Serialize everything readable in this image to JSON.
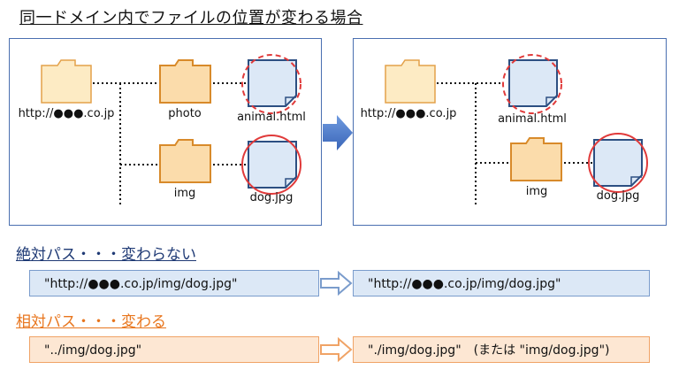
{
  "title": "同一ドメイン内でファイルの位置が変わる場合",
  "before": {
    "domain_label": "http://●●●.co.jp",
    "photo_label": "photo",
    "img_label": "img",
    "animal_label": "animal.html",
    "dog_label": "dog.jpg"
  },
  "after": {
    "domain_label": "http://●●●.co.jp",
    "animal_label": "animal.html",
    "img_label": "img",
    "dog_label": "dog.jpg"
  },
  "absolute": {
    "heading": "絶対パス・・・変わらない",
    "before_path": "\"http://●●●.co.jp/img/dog.jpg\"",
    "after_path": "\"http://●●●.co.jp/img/dog.jpg\""
  },
  "relative": {
    "heading": "相対パス・・・変わる",
    "before_path": "\"../img/dog.jpg\"",
    "after_path": "\"./img/dog.jpg\"　(または \"img/dog.jpg\")"
  },
  "colors": {
    "folder_fill": "#fdebc4",
    "folder_stroke": "#e3a14a",
    "file_fill": "#dce8f6",
    "file_stroke": "#2c4f82",
    "circle_red": "#e03a3a",
    "arrow_blue": "#4a7bd0",
    "heading_blue": "#1f3a75",
    "heading_orange": "#e8761e"
  },
  "icons": [
    "folder-icon",
    "file-icon",
    "right-arrow-icon"
  ]
}
